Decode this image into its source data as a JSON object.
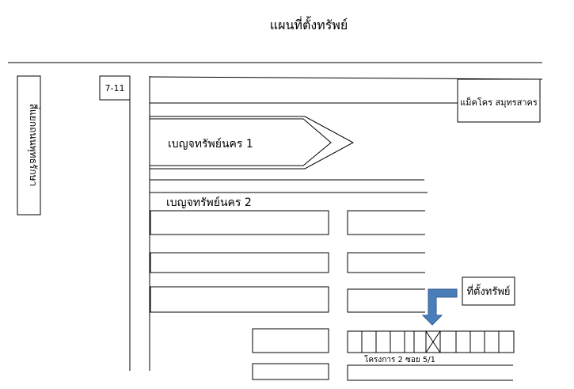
{
  "map": {
    "title": "แผนที่ตั้งทรัพย์",
    "labels": {
      "left_road": "สี่แยกถนนพุทธรักษา",
      "store": "7-11",
      "makro": "แม็คโคร สมุทรสาคร",
      "village_1": "เบญจทรัพย์นคร 1",
      "village_2": "เบญจทรัพย์นคร 2",
      "location": "ที่ตั้งทรัพย์",
      "project_soi": "โครงการ 2 ซอย 5/1"
    },
    "colors": {
      "line": "#000000",
      "marker_arrow": "#4a7ebb",
      "marker_arrow_stroke": "#2f5a8c"
    },
    "icons": {
      "location_arrow": "down-arrow-icon",
      "target_plot": "x-mark-icon"
    }
  }
}
